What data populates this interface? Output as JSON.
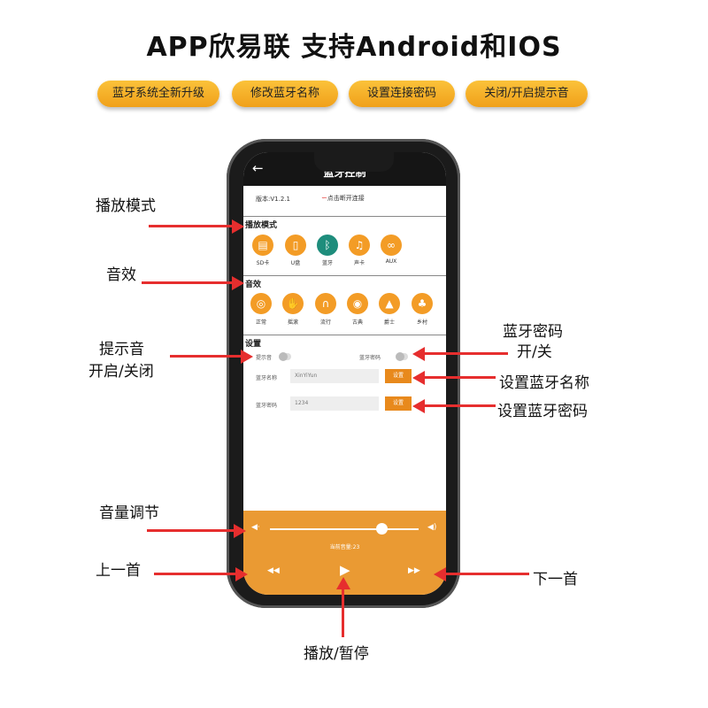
{
  "headline": "APP欣易联 支持Android和IOS",
  "features": [
    "蓝牙系统全新升级",
    "修改蓝牙名称",
    "设置连接密码",
    "关闭/开启提示音"
  ],
  "app": {
    "title": "蓝牙控制",
    "back_icon": "back-arrow-icon",
    "version": "版本:V1.2.1",
    "disconnect": "点击断开连接",
    "play_mode": {
      "title": "播放模式",
      "items": [
        {
          "label": "SD卡",
          "icon": "sd-card-icon"
        },
        {
          "label": "U盘",
          "icon": "usb-drive-icon"
        },
        {
          "label": "蓝牙",
          "icon": "bluetooth-icon"
        },
        {
          "label": "声卡",
          "icon": "music-note-icon"
        },
        {
          "label": "AUX",
          "icon": "aux-cable-icon"
        }
      ]
    },
    "sound_effect": {
      "title": "音效",
      "items": [
        {
          "label": "正常",
          "icon": "normal-icon"
        },
        {
          "label": "摇滚",
          "icon": "rock-hand-icon"
        },
        {
          "label": "流行",
          "icon": "headphones-icon"
        },
        {
          "label": "古典",
          "icon": "vinyl-icon"
        },
        {
          "label": "爵士",
          "icon": "jazz-hat-icon"
        },
        {
          "label": "乡村",
          "icon": "country-trees-icon"
        }
      ]
    },
    "settings": {
      "title": "设置",
      "tone_label": "提示音",
      "pwd_toggle_label": "蓝牙密码",
      "name_label": "蓝牙名称",
      "name_value": "XinYiYun",
      "pwd_label": "蓝牙密码",
      "pwd_value": "1234",
      "set_button": "设置"
    },
    "player": {
      "volume_text": "当前音量:23",
      "volume": 23
    }
  },
  "callouts": {
    "play_mode": "播放模式",
    "sound_effect": "音效",
    "tone_line1": "提示音",
    "tone_line2": "开启/关闭",
    "volume": "音量调节",
    "prev": "上一首",
    "play_pause": "播放/暂停",
    "pwd_toggle_line1": "蓝牙密码",
    "pwd_toggle_line2": "开/关",
    "set_name": "设置蓝牙名称",
    "set_pwd": "设置蓝牙密码",
    "next": "下一首"
  },
  "colors": {
    "accent": "#ea9a33",
    "arrow": "#e62e2e",
    "bluetooth": "#1e8d7c"
  }
}
